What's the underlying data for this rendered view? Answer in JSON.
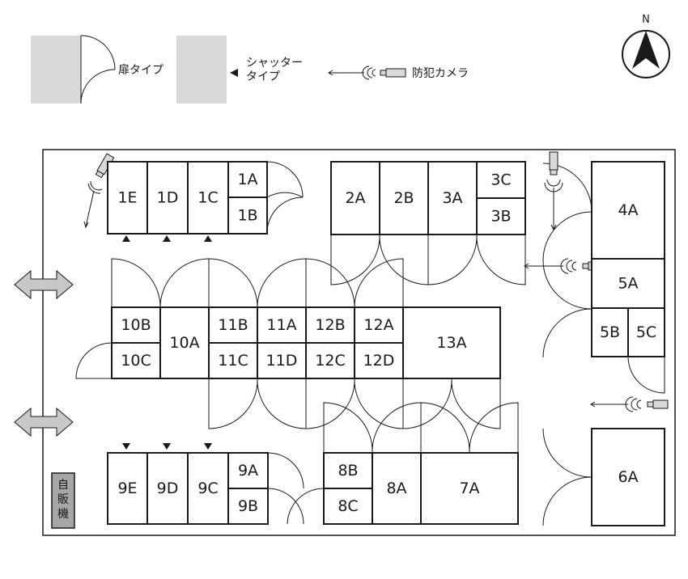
{
  "legend": {
    "door_type": "扉タイプ",
    "shutter_type_line1": "シャッター",
    "shutter_type_line2": "タイプ",
    "camera": "防犯カメラ"
  },
  "compass": {
    "north": "N"
  },
  "vending": {
    "line1": "自",
    "line2": "販",
    "line3": "機"
  },
  "units": [
    "1E",
    "1D",
    "1C",
    "1A",
    "1B",
    "2A",
    "2B",
    "3A",
    "3C",
    "3B",
    "4A",
    "5A",
    "5B",
    "5C",
    "10B",
    "10C",
    "10A",
    "11B",
    "11C",
    "11A",
    "11D",
    "12B",
    "12C",
    "12A",
    "12D",
    "13A",
    "9E",
    "9D",
    "9C",
    "9A",
    "9B",
    "8B",
    "8C",
    "8A",
    "7A",
    "6A"
  ],
  "colors": {
    "line": "#1a1a1a",
    "door_gray": "#d9d9d9",
    "vending_gray": "#a6a6a6"
  }
}
